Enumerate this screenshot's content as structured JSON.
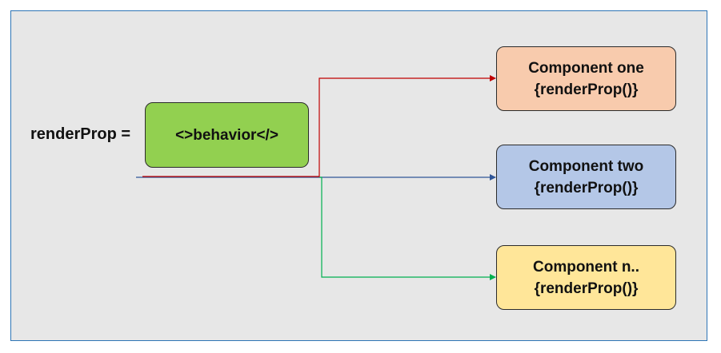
{
  "diagram": {
    "render_label": "renderProp =",
    "behavior": "<>behavior</>",
    "components": [
      {
        "title": "Component one",
        "call": "{renderProp()}"
      },
      {
        "title": "Component two",
        "call": "{renderProp()}"
      },
      {
        "title": "Component n..",
        "call": "{renderProp()}"
      }
    ]
  },
  "colors": {
    "frame_border": "#2e75b6",
    "frame_fill": "#e7e7e7",
    "behavior_fill": "#92d050",
    "component_one_fill": "#f8cbad",
    "component_two_fill": "#b4c7e7",
    "component_n_fill": "#ffe699",
    "connector_red": "#c00000",
    "connector_blue": "#2f5597",
    "connector_green": "#00b050"
  }
}
